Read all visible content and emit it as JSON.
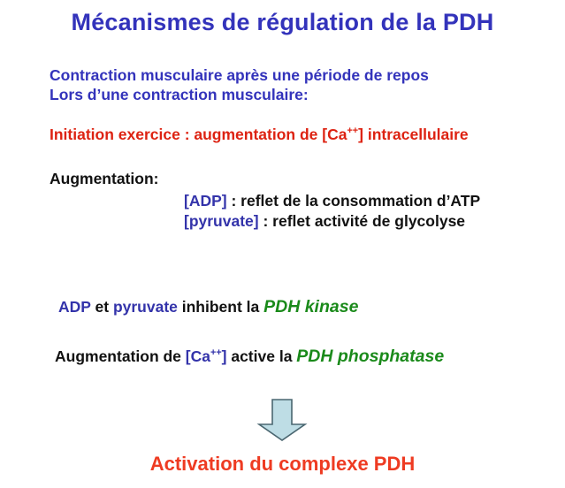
{
  "slide": {
    "title": "Mécanismes de régulation de la PDH",
    "background_color": "#ffffff",
    "subtitle_lines": [
      "Contraction musculaire après une période de repos",
      "Lors d’une contraction musculaire:"
    ],
    "initiation": {
      "prefix": "Initiation exercice : augmentation de ",
      "bracket_open": "[Ca",
      "superscript": "++",
      "bracket_close": "]",
      "suffix": " intracellulaire"
    },
    "augmentation_header": "Augmentation:",
    "augmentation_items": [
      {
        "label": "[ADP]",
        "text": " : reflet de la consommation d’ATP"
      },
      {
        "label": "[pyruvate]",
        "text": " : reflet activité de glycolyse"
      }
    ],
    "inhibition_line": {
      "part1": "ADP",
      "part2": " et ",
      "part3": "pyruvate",
      "part4": " inhibent la ",
      "enzyme": "PDH kinase"
    },
    "activation_line": {
      "part1": "Augmentation de ",
      "bracket_open": "[Ca",
      "superscript": "++",
      "bracket_close": "]",
      "part2": " active la ",
      "enzyme": "PDH phosphatase"
    },
    "arrow": {
      "name": "down-arrow",
      "fill_color": "#bedde5",
      "stroke_color": "#4a6670"
    },
    "conclusion": "Activation du complexe PDH",
    "colors": {
      "title_blue": "#3333bb",
      "text_blue": "#3333aa",
      "red": "#dd2211",
      "conclusion_red": "#ee3b22",
      "green": "#1a8a1a",
      "black": "#111111"
    }
  }
}
